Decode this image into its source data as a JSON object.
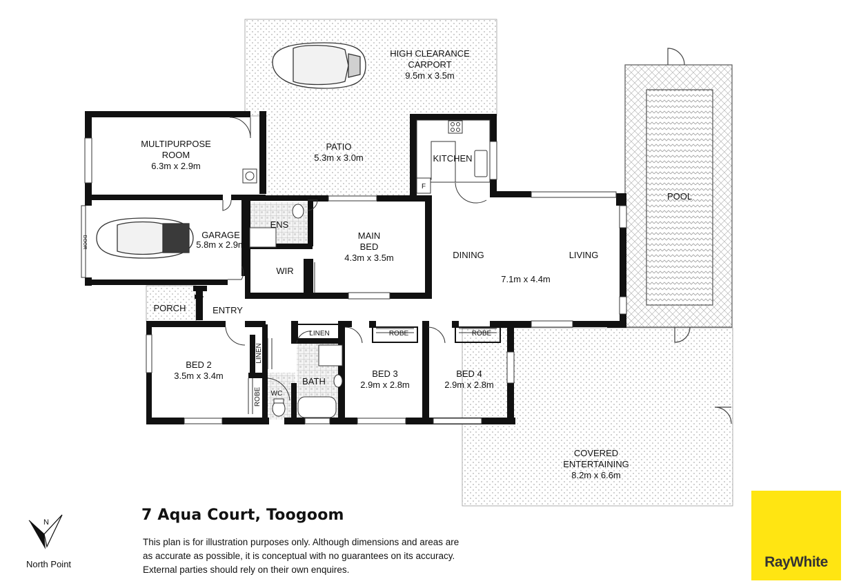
{
  "rooms": {
    "carport": {
      "name_line1": "HIGH CLEARANCE",
      "name_line2": "CARPORT",
      "size": "9.5m x 3.5m"
    },
    "multipurpose": {
      "name_line1": "MULTIPURPOSE",
      "name_line2": "ROOM",
      "size": "6.3m x 2.9m"
    },
    "patio": {
      "name": "PATIO",
      "size": "5.3m x 3.0m"
    },
    "kitchen": {
      "name": "KITCHEN",
      "fridge": "F"
    },
    "pool": {
      "name": "POOL"
    },
    "garage": {
      "name": "GARAGE",
      "size": "5.8m x 2.9m",
      "door": "DOOR"
    },
    "ens": {
      "name": "ENS"
    },
    "wir": {
      "name": "WIR"
    },
    "main_bed": {
      "name_line1": "MAIN",
      "name_line2": "BED",
      "size": "4.3m x 3.5m"
    },
    "dining": {
      "name": "DINING"
    },
    "living": {
      "name": "LIVING",
      "size": "7.1m x 4.4m"
    },
    "porch": {
      "name": "PORCH"
    },
    "entry": {
      "name": "ENTRY"
    },
    "bed2": {
      "name": "BED 2",
      "size": "3.5m x 3.4m",
      "robe": "ROBE"
    },
    "linen_hall": {
      "name": "LINEN"
    },
    "linen_top": {
      "name": "LINEN"
    },
    "wc": {
      "name": "WC"
    },
    "bath": {
      "name": "BATH"
    },
    "bed3": {
      "name": "BED 3",
      "size": "2.9m x 2.8m",
      "robe": "ROBE"
    },
    "bed4": {
      "name": "BED 4",
      "size": "2.9m x 2.8m",
      "robe": "ROBE"
    },
    "covered": {
      "name_line1": "COVERED",
      "name_line2": "ENTERTAINING",
      "size": "8.2m x 6.6m"
    }
  },
  "footer": {
    "address": "7 Aqua Court, Toogoom",
    "disclaimer_line1": "This plan is for illustration purposes only.  Although dimensions and areas are",
    "disclaimer_line2": "as accurate as possible, it is conceptual with no guarantees on its accuracy.",
    "disclaimer_line3": "External parties should rely on their own enquires.",
    "north_label": "North Point",
    "north_letter": "N",
    "brand": "RayWhite",
    "brand_color": "#ffe512"
  }
}
